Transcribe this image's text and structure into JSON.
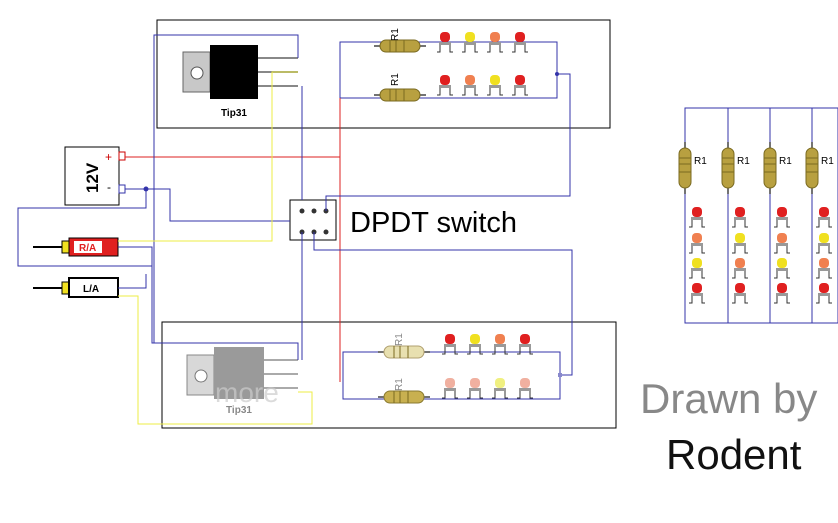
{
  "supply": {
    "voltage": "12V",
    "plus": "+",
    "minus": "-"
  },
  "transistors": {
    "top": "Tip31",
    "bottom": "Tip31"
  },
  "resistor_label": "R1",
  "switch": {
    "label": "DPDT switch"
  },
  "inputs": {
    "right": "R/A",
    "left": "L/A"
  },
  "watermark_partial": "more",
  "credit": {
    "line1": "Drawn by",
    "line2": "Rodent"
  },
  "colors": {
    "wire_blue": "#3333aa",
    "wire_red": "#dd2222",
    "wire_yellow": "#eeee44",
    "led_red": "#e02020",
    "led_yellow": "#f0e020",
    "led_orange": "#f08050",
    "resistor_body": "#b8a040"
  }
}
